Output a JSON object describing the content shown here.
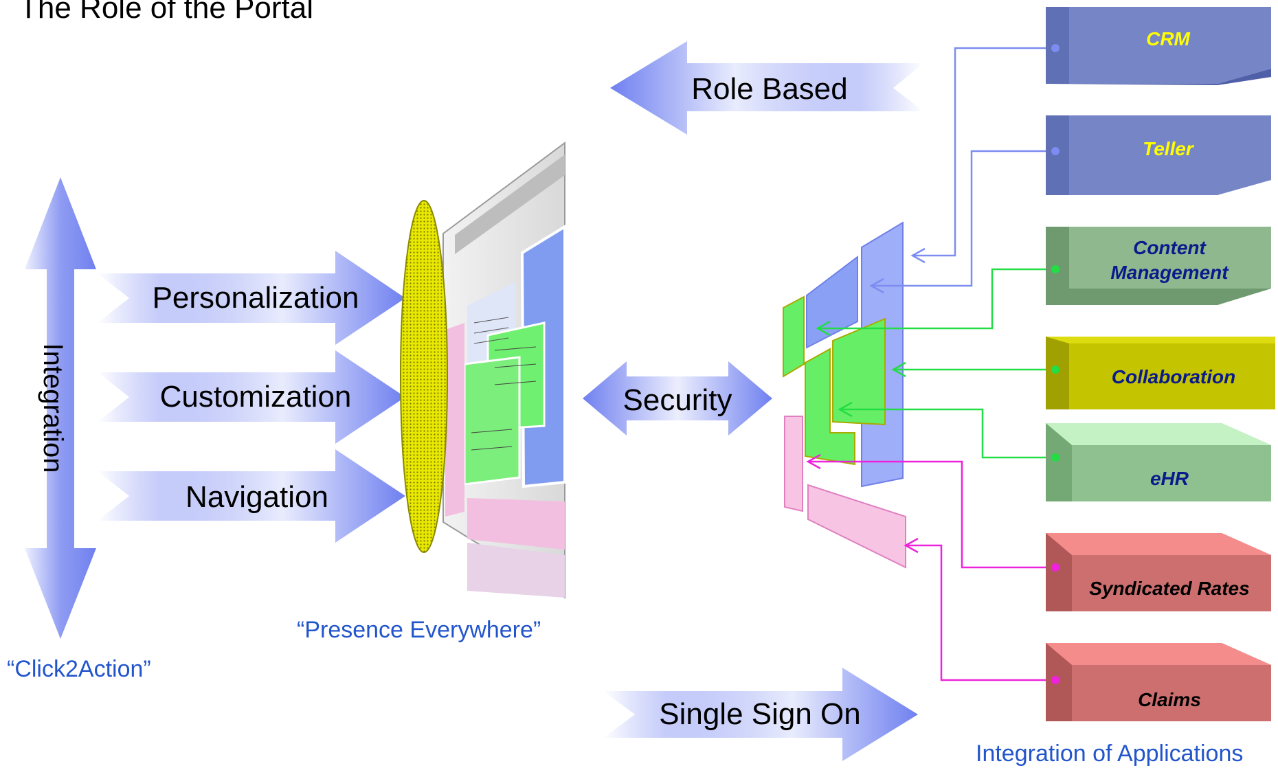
{
  "title": "The Role of the Portal",
  "left_arrows": {
    "vertical": "Integration",
    "personalization": "Personalization",
    "customization": "Customization",
    "navigation": "Navigation"
  },
  "center_arrows": {
    "role_based": "Role Based",
    "security": "Security",
    "single_sign_on": "Single Sign On"
  },
  "captions": {
    "click2action": "“Click2Action”",
    "presence": "“Presence Everywhere”",
    "integration_apps": "Integration of Applications"
  },
  "applications": [
    {
      "label": "CRM",
      "color": "#6f82c0"
    },
    {
      "label": "Teller",
      "color": "#6f82c0"
    },
    {
      "label": "Content",
      "label2": "Management",
      "color": "#8fb88f"
    },
    {
      "label": "Collaboration",
      "color": "#c4c400"
    },
    {
      "label": "eHR",
      "color": "#8fc08f"
    },
    {
      "label": "Syndicated Rates",
      "color": "#d47474"
    },
    {
      "label": "Claims",
      "color": "#d47474"
    }
  ],
  "colors": {
    "arrow": "#6f82f0",
    "blue_connector": "#7c8cf0",
    "green_connector": "#22dd44",
    "magenta_connector": "#ee22dd",
    "caption_blue": "#2255cc",
    "lens_yellow": "#e6e600"
  }
}
